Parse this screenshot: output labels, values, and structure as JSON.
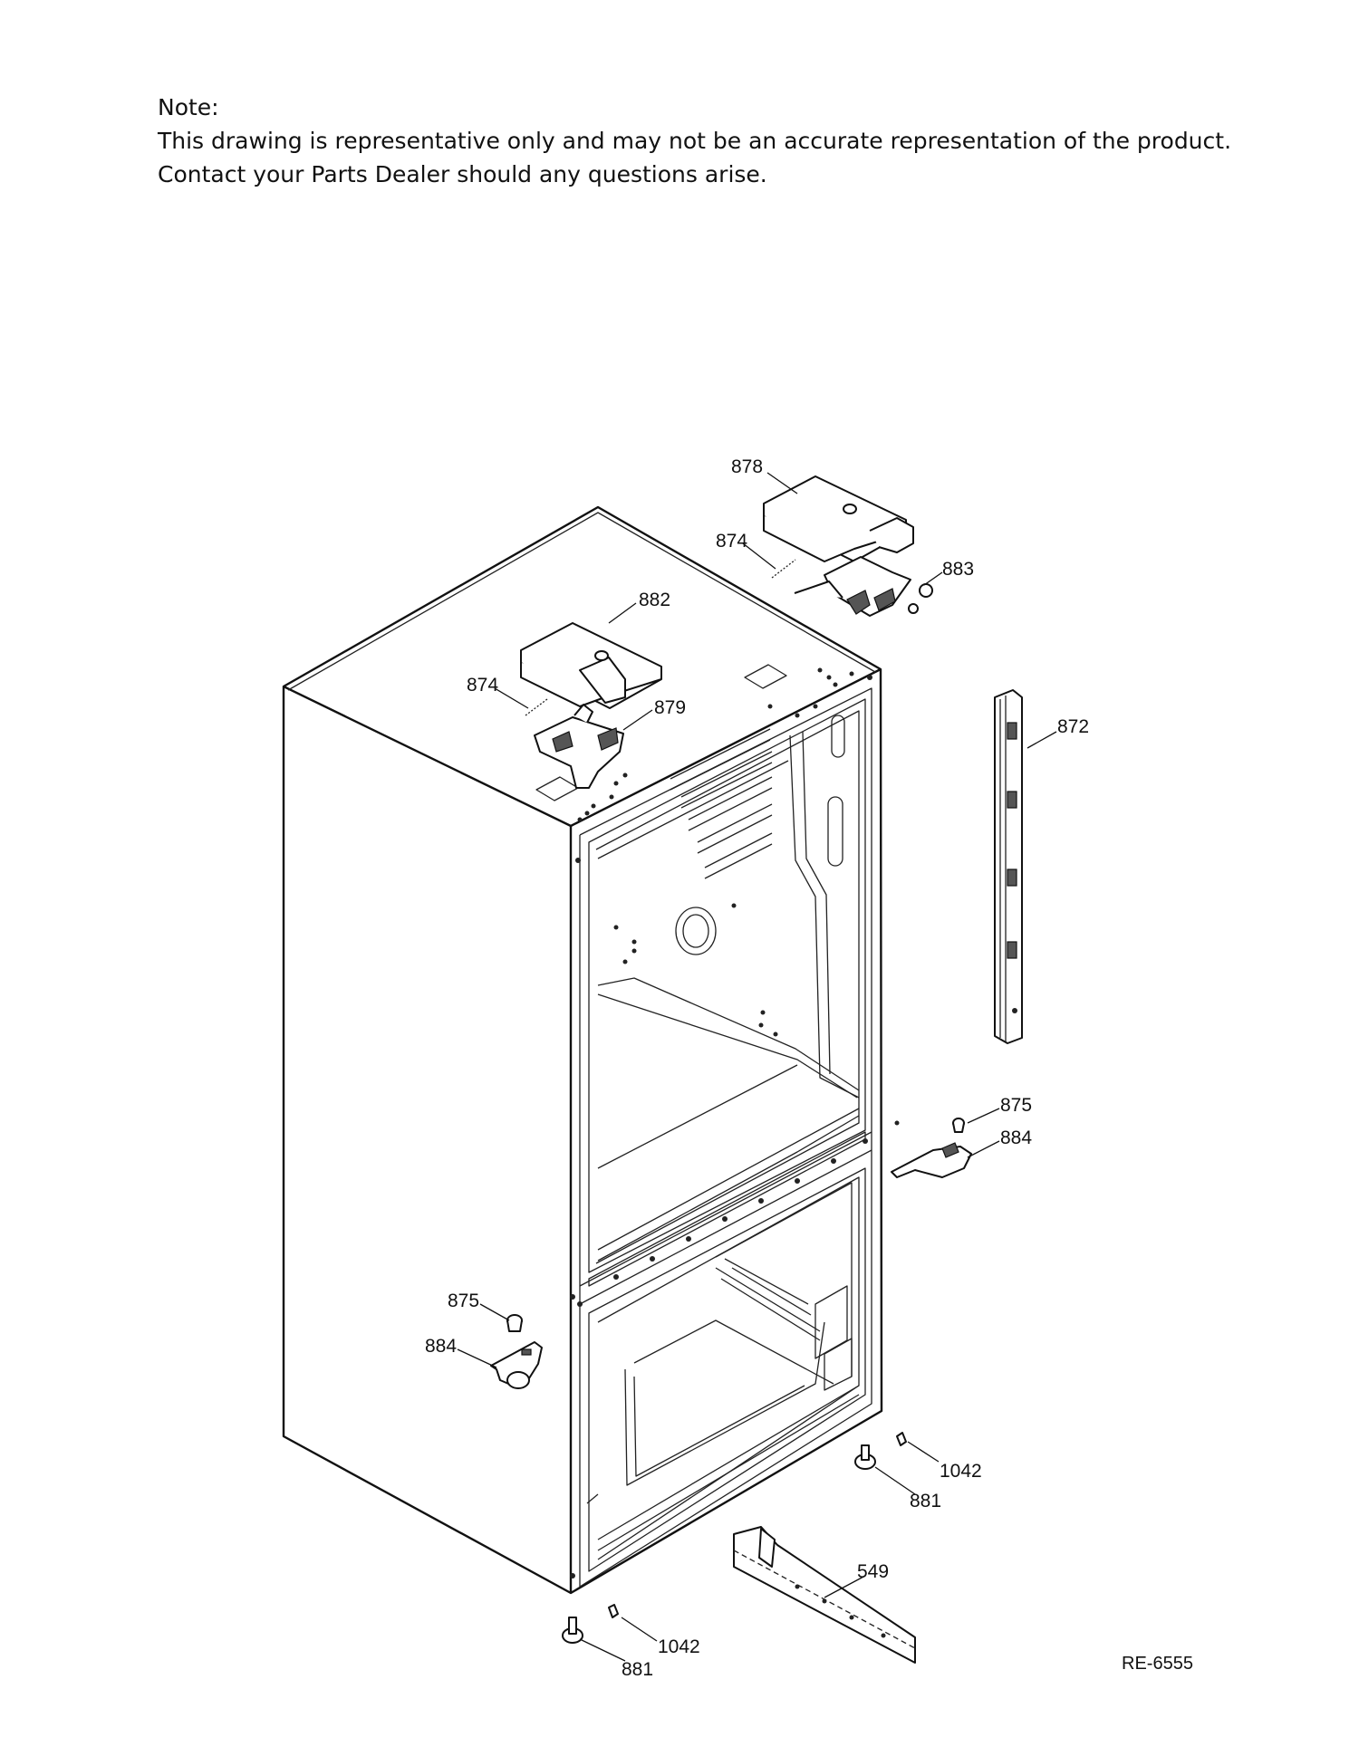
{
  "note": {
    "heading": "Note:",
    "line1": "This drawing is representative only and may not be an accurate representation of the product.",
    "line2": "Contact your Parts Dealer should any questions arise."
  },
  "parts": {
    "p878": "878",
    "p874_top": "874",
    "p883": "883",
    "p882": "882",
    "p874_mid": "874",
    "p879": "879",
    "p872": "872",
    "p875_right": "875",
    "p884_right": "884",
    "p875_left": "875",
    "p884_left": "884",
    "p1042_right": "1042",
    "p881_right": "881",
    "p549": "549",
    "p1042_bottom": "1042",
    "p881_bottom": "881"
  },
  "reference_code": "RE-6555"
}
